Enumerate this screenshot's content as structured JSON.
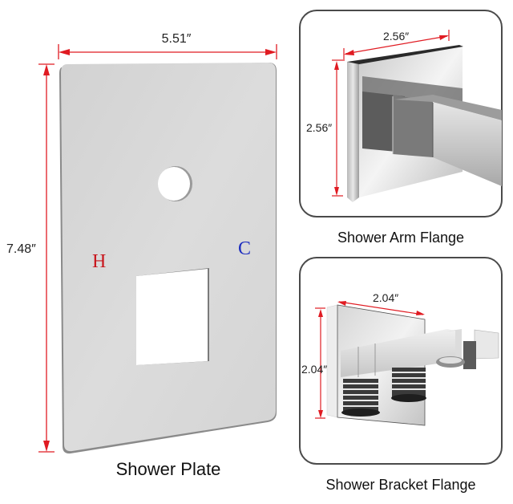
{
  "colors": {
    "dimension_line": "#e01b22",
    "hot_label": "#c8161d",
    "cold_label": "#1f2fbf",
    "plate_fill": "#d8d8d8",
    "panel_border": "#4a4a4a"
  },
  "shower_plate": {
    "width_label": "5.51″",
    "height_label": "7.48″",
    "hot_marker": "H",
    "cold_marker": "C",
    "caption": "Shower Plate"
  },
  "arm_flange": {
    "width_label": "2.56″",
    "height_label": "2.56″",
    "caption": "Shower Arm Flange"
  },
  "bracket_flange": {
    "width_label": "2.04″",
    "height_label": "2.04″",
    "caption": "Shower Bracket Flange"
  }
}
